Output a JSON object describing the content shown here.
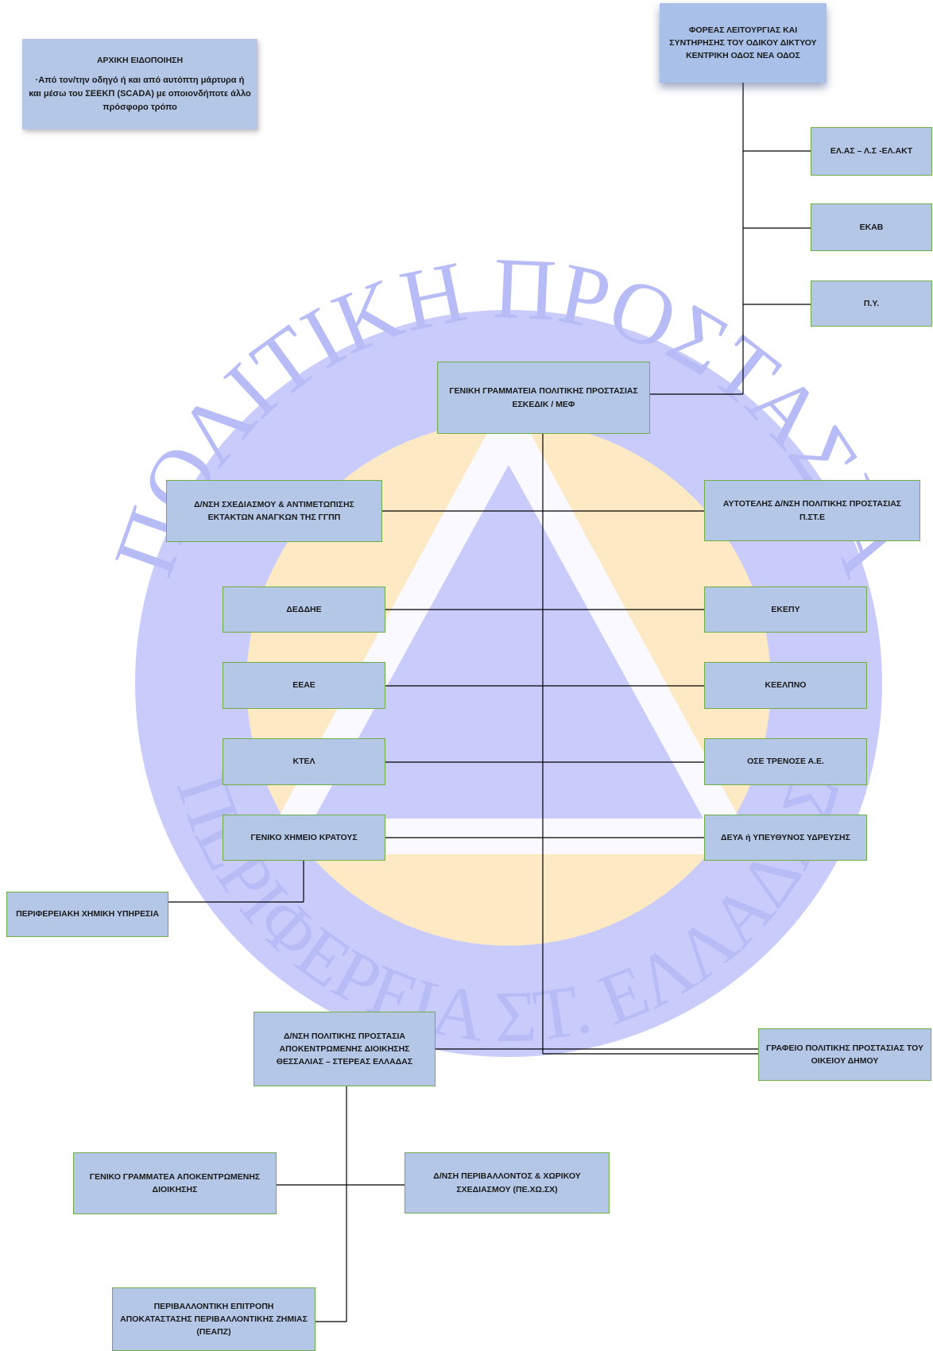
{
  "colors": {
    "box_fill": "#b4c7e7",
    "box_border": "#70ad47",
    "watermark_blue": "#c9ccfb",
    "watermark_orange": "#fde9c4",
    "connector": "#000000"
  },
  "watermark": {
    "top_text": "ΠΟΛΙΤΙΚΗ ΠΡΟΣΤΑΣΙΑ",
    "bottom_text": "ΠΕΡΙΦΕΡΕΙΑ ΣΤ. ΕΛΛΑΔΑΣ"
  },
  "notice": {
    "title": "ΑΡΧΙΚΗ ΕΙΔΟΠΟΙΗΣΗ",
    "body": "·Από τον/την οδηγό ή και από αυτόπτη μάρτυρα ή και μέσω του ΣΕΕΚΠ (SCADA) με οποιονδήποτε άλλο πρόσφορο τρόπο"
  },
  "nodes": {
    "operator": "ΦΟΡΕΑΣ ΛΕΙΤΟΥΡΓΙΑΣ ΚΑΙ ΣΥΝΤΗΡΗΣΗΣ ΤΟΥ ΟΔΙΚΟΥ ΔΙΚΤΥΟΥ ΚΕΝΤΡΙΚΗ ΟΔΟΣ ΝΕΑ ΟΔΟΣ",
    "elas": "ΕΛ.ΑΣ – Λ.Σ -ΕΛ.ΑΚΤ",
    "ekav": "ΕΚΑΒ",
    "py": "Π.Υ.",
    "gscp": "ΓΕΝΙΚΗ ΓΡΑΜΜΑΤΕΙΑ ΠΟΛΙΤΙΚΗΣ ΠΡΟΣΤΑΣΙΑΣ ΕΣΚΕΔΙΚ / ΜΕΦ",
    "planning": "Δ/ΝΣΗ ΣΧΕΔΙΑΣΜΟΥ & ΑΝΤΙΜΕΤΩΠΙΣΗΣ ΕΚΤΑΚΤΩΝ ΑΝΑΓΚΩΝ ΤΗΣ ΓΓΠΠ",
    "pste": "ΑΥΤΟΤΕΛΗΣ Δ/ΝΣΗ ΠΟΛΙΤΙΚΗΣ ΠΡΟΣΤΑΣΙΑΣ Π.ΣΤ.Ε",
    "deddie": "ΔΕΔΔΗΕ",
    "ekepy": "ΕΚΕΠΥ",
    "eeae": "ΕΕΑΕ",
    "keelpno": "ΚΕΕΛΠΝΟ",
    "ktel": "ΚΤΕΛ",
    "ose": "ΟΣΕ ΤΡΕΝΟΣΕ Α.Ε.",
    "gxk": "ΓΕΝΙΚΟ ΧΗΜΕΙΟ ΚΡΑΤΟΥΣ",
    "deya": "ΔΕΥΑ ή ΥΠΕΥΘΥΝΟΣ ΥΔΡΕΥΣΗΣ",
    "regional_chem": "ΠΕΡΙΦΕΡΕΙΑΚΗ ΧΗΜΙΚΗ ΥΠΗΡΕΣΙΑ",
    "decentral": "Δ/ΝΣΗ ΠΟΛΙΤΙΚΗΣ ΠΡΟΣΤΑΣΙΑ ΑΠΟΚΕΝΤΡΩΜΕΝΗΣ ΔΙΟΙΚΗΣΗΣ ΘΕΣΣΑΛΙΑΣ – ΣΤΕΡΕΑΣ ΕΛΛΑΔΑΣ",
    "municipal": "ΓΡΑΦΕΙΟ ΠΟΛΙΤΙΚΗΣ ΠΡΟΣΤΑΣΙΑΣ ΤΟΥ ΟΙΚΕΙΟΥ ΔΗΜΟΥ",
    "secgen": "ΓΕΝΙΚΟ ΓΡΑΜΜΑΤΕΑ ΑΠΟΚΕΝΤΡΩΜΕΝΗΣ ΔΙΟΙΚΗΣΗΣ",
    "peхosx": "Δ/ΝΣΗ ΠΕΡΙΒΑΛΛΟΝΤΟΣ & ΧΩΡΙΚΟΥ ΣΧΕΔΙΑΣΜΟΥ (ΠΕ.ΧΩ.ΣΧ)",
    "peapz": "ΠΕΡΙΒΑΛΛΟΝΤΙΚΗ ΕΠΙΤΡΟΠΗ ΑΠΟΚΑΤΑΣΤΑΣΗΣ ΠΕΡΙΒΑΛΛΟΝΤΙΚΗΣ ΖΗΜΙΑΣ (ΠΕΑΠΖ)"
  }
}
